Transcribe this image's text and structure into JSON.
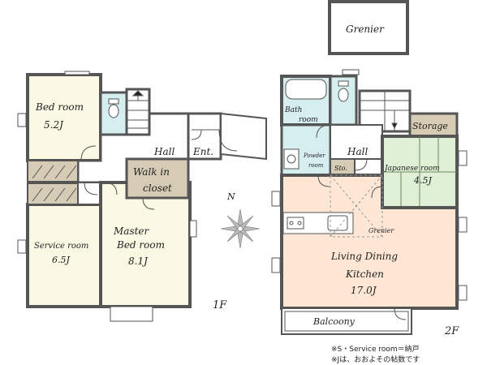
{
  "colors": {
    "wall": "#555555",
    "room_cream": "#fbf8e3",
    "room_peach": "#fde6d4",
    "tatami": "#dff0d6",
    "bath": "#d7eef0",
    "closet": "#d6cbb4",
    "hall": "#ffffff",
    "grenier": "#ffffff"
  },
  "floor1": {
    "bedroom": {
      "name": "Bed room",
      "size": "5.2J"
    },
    "service_room": {
      "name": "Service room",
      "size": "6.5J"
    },
    "master": {
      "name1": "Master",
      "name2": "Bed room",
      "size": "8.1J"
    },
    "walk_in": {
      "name1": "Walk in",
      "name2": "closet"
    },
    "hall": "Hall",
    "entrance": "Ent.",
    "floor_label": "1F"
  },
  "floor2": {
    "grenier_top": "Grenier",
    "bath": {
      "name1": "Bath",
      "name2": "room"
    },
    "powder": {
      "name1": "Powder",
      "name2": "room"
    },
    "storage_small": "Sto.",
    "hall": "Hall",
    "storage": "Storage",
    "japanese": {
      "name": "Japanese room",
      "size": "4.5J"
    },
    "grenier_mid": "Grenier",
    "ldk": {
      "name1": "Living Dining",
      "name2": "Kitchen",
      "size": "17.0J"
    },
    "balcony": "Balcoony",
    "floor_label": "2F"
  },
  "compass": {
    "north": "N"
  },
  "notes": [
    "※S・Service room＝納戸",
    "※Jは、おおよその帖数です"
  ]
}
